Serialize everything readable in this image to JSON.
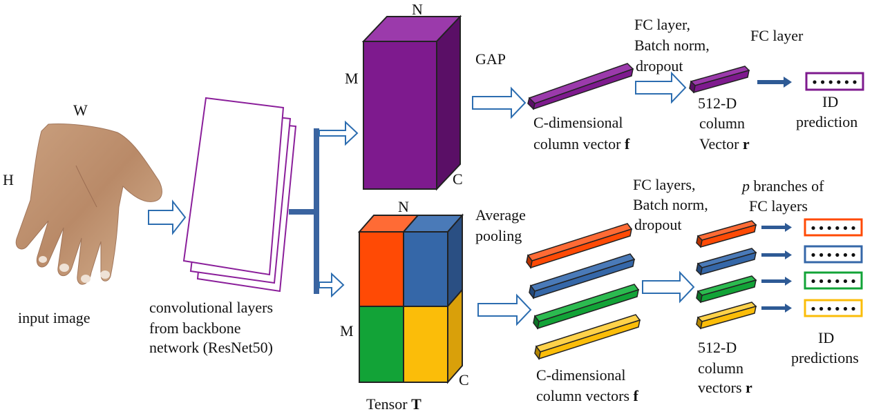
{
  "labels": {
    "dim_w": "W",
    "dim_h": "H",
    "input_image": "input image",
    "conv_1": "convolutional layers",
    "conv_2": "from backbone",
    "conv_3": "network (ResNet50)",
    "top_tensor_n": "N",
    "top_tensor_m": "M",
    "top_tensor_c": "C",
    "gap": "GAP",
    "cvec_1": "C-dimensional",
    "cvec_2_text": "column vector ",
    "cvec_2_bold": "f",
    "fc_top_1": "FC layer,",
    "fc_top_2": "Batch norm,",
    "fc_top_3": "dropout",
    "vec512_1": "512-D",
    "vec512_2": "column",
    "vec512_3_text": "Vector ",
    "vec512_3_bold": "r",
    "fc_layer": "FC layer",
    "id_pred_1": "ID",
    "id_pred_2": "prediction",
    "bot_tensor_n": "N",
    "bot_tensor_m": "M",
    "bot_tensor_c": "C",
    "tensor_text": "Tensor ",
    "tensor_bold": "T",
    "avgpool_1": "Average",
    "avgpool_2": "pooling",
    "cvecs_1": "C-dimensional",
    "cvecs_2_text": "column vectors ",
    "cvecs_2_bold": "f",
    "fc_bot_1": "FC layers,",
    "fc_bot_2": "Batch norm,",
    "fc_bot_3": "dropout",
    "vecs512_1": "512-D",
    "vecs512_2": "column",
    "vecs512_3_text": "vectors ",
    "vecs512_3_bold": "r",
    "branches_1_italic": "p",
    "branches_1_text": " branches of",
    "branches_2": "FC layers",
    "id_preds_1": "ID",
    "id_preds_2": "predictions"
  },
  "colors": {
    "purple": "#7e1a8e",
    "purple_dark": "#5a0f66",
    "purple_light": "#9b3aab",
    "orange": "#ff4a05",
    "blue": "#3567a8",
    "green": "#12a337",
    "yellow": "#fbbd09",
    "arrow_outline": "#2c6db0",
    "trunk": "#3a64a0",
    "dark_arrow": "#2e5a95"
  },
  "icons": {
    "hand": "hand-image",
    "dots": "dots-row"
  }
}
